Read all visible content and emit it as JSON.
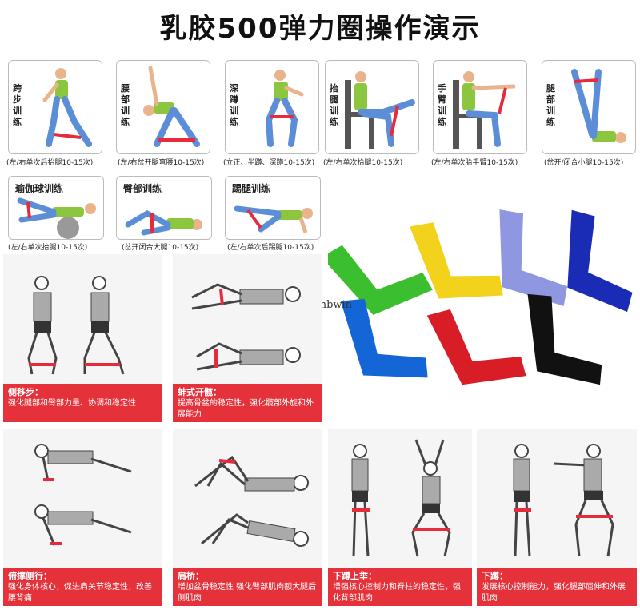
{
  "title": "乳胶500弹力圈操作演示",
  "watermark": "Numbwin",
  "cards_row1": [
    {
      "label": "跨步训练",
      "caption": "(左/右单次后抬腿10-15次)"
    },
    {
      "label": "腰部训练",
      "caption": "(左/右岔开腿弯腰10-15次)"
    },
    {
      "label": "深蹲训练",
      "caption": "(立正、半蹲、深蹲10-15次)"
    },
    {
      "label": "抬腿训练",
      "caption": "(左/右单次抬腿10-15次)"
    },
    {
      "label": "手臂训练",
      "caption": "(左/右单次胎手臂10-15次)"
    },
    {
      "label": "腿部训练",
      "caption": "(岔开/闭合小腿10-15次)"
    }
  ],
  "cards_row2": [
    {
      "label": "瑜伽球训练",
      "caption": "(左/右单次抬腿10-15次)"
    },
    {
      "label": "臀部训练",
      "caption": "(岔开闭合大腿10-15次)"
    },
    {
      "label": "踢腿训练",
      "caption": "(左/右单次后踢腿10-15次)"
    }
  ],
  "panels": [
    {
      "heading": "侧移步：",
      "text": "强化腿部和臀部力量、协调和稳定性"
    },
    {
      "heading": "蚌式开髋：",
      "text": "提高骨盆的稳定性，强化髋部外旋和外展能力"
    },
    {
      "heading": "俯撑侧行：",
      "text": "强化身体核心，促进肩关节稳定性，改善腰背痛"
    },
    {
      "heading": "肩桥：",
      "text": "增加盆骨稳定性 强化臀部肌肉额大腿后侧肌肉"
    },
    {
      "heading": "下蹲上举：",
      "text": "增强核心控制力和脊柱的稳定性，强化背部肌肉"
    },
    {
      "heading": "下蹲：",
      "text": "发展核心控制能力，强化腿部屈伸和外展肌肉"
    }
  ],
  "band_colors": [
    "#3cbf2f",
    "#f2d21a",
    "#8f97e0",
    "#1a2bb5",
    "#1466d6",
    "#d81d26",
    "#111111"
  ]
}
